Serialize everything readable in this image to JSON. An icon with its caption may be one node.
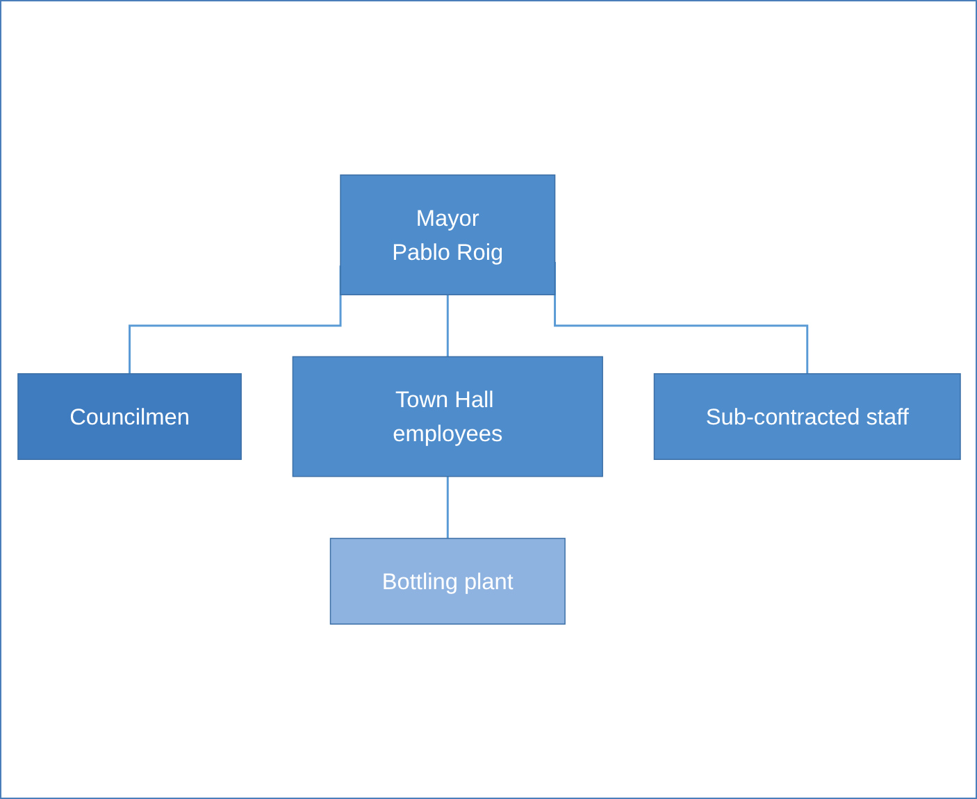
{
  "diagram": {
    "nodes": [
      {
        "text": [
          "Mayor",
          "Pablo Roig"
        ]
      },
      {
        "text": [
          "Councilmen"
        ]
      },
      {
        "text": [
          "Town Hall employees"
        ]
      },
      {
        "text": [
          "Sub-contracted staff"
        ]
      },
      {
        "text": [
          "Bottling plant"
        ]
      }
    ],
    "edges": [
      {
        "from": 0,
        "to": 1,
        "arrow": "none"
      },
      {
        "from": 0,
        "to": 2,
        "arrow": "none"
      },
      {
        "from": 0,
        "to": 3,
        "arrow": "none"
      },
      {
        "from": 2,
        "to": 4,
        "arrow": "none"
      }
    ]
  }
}
